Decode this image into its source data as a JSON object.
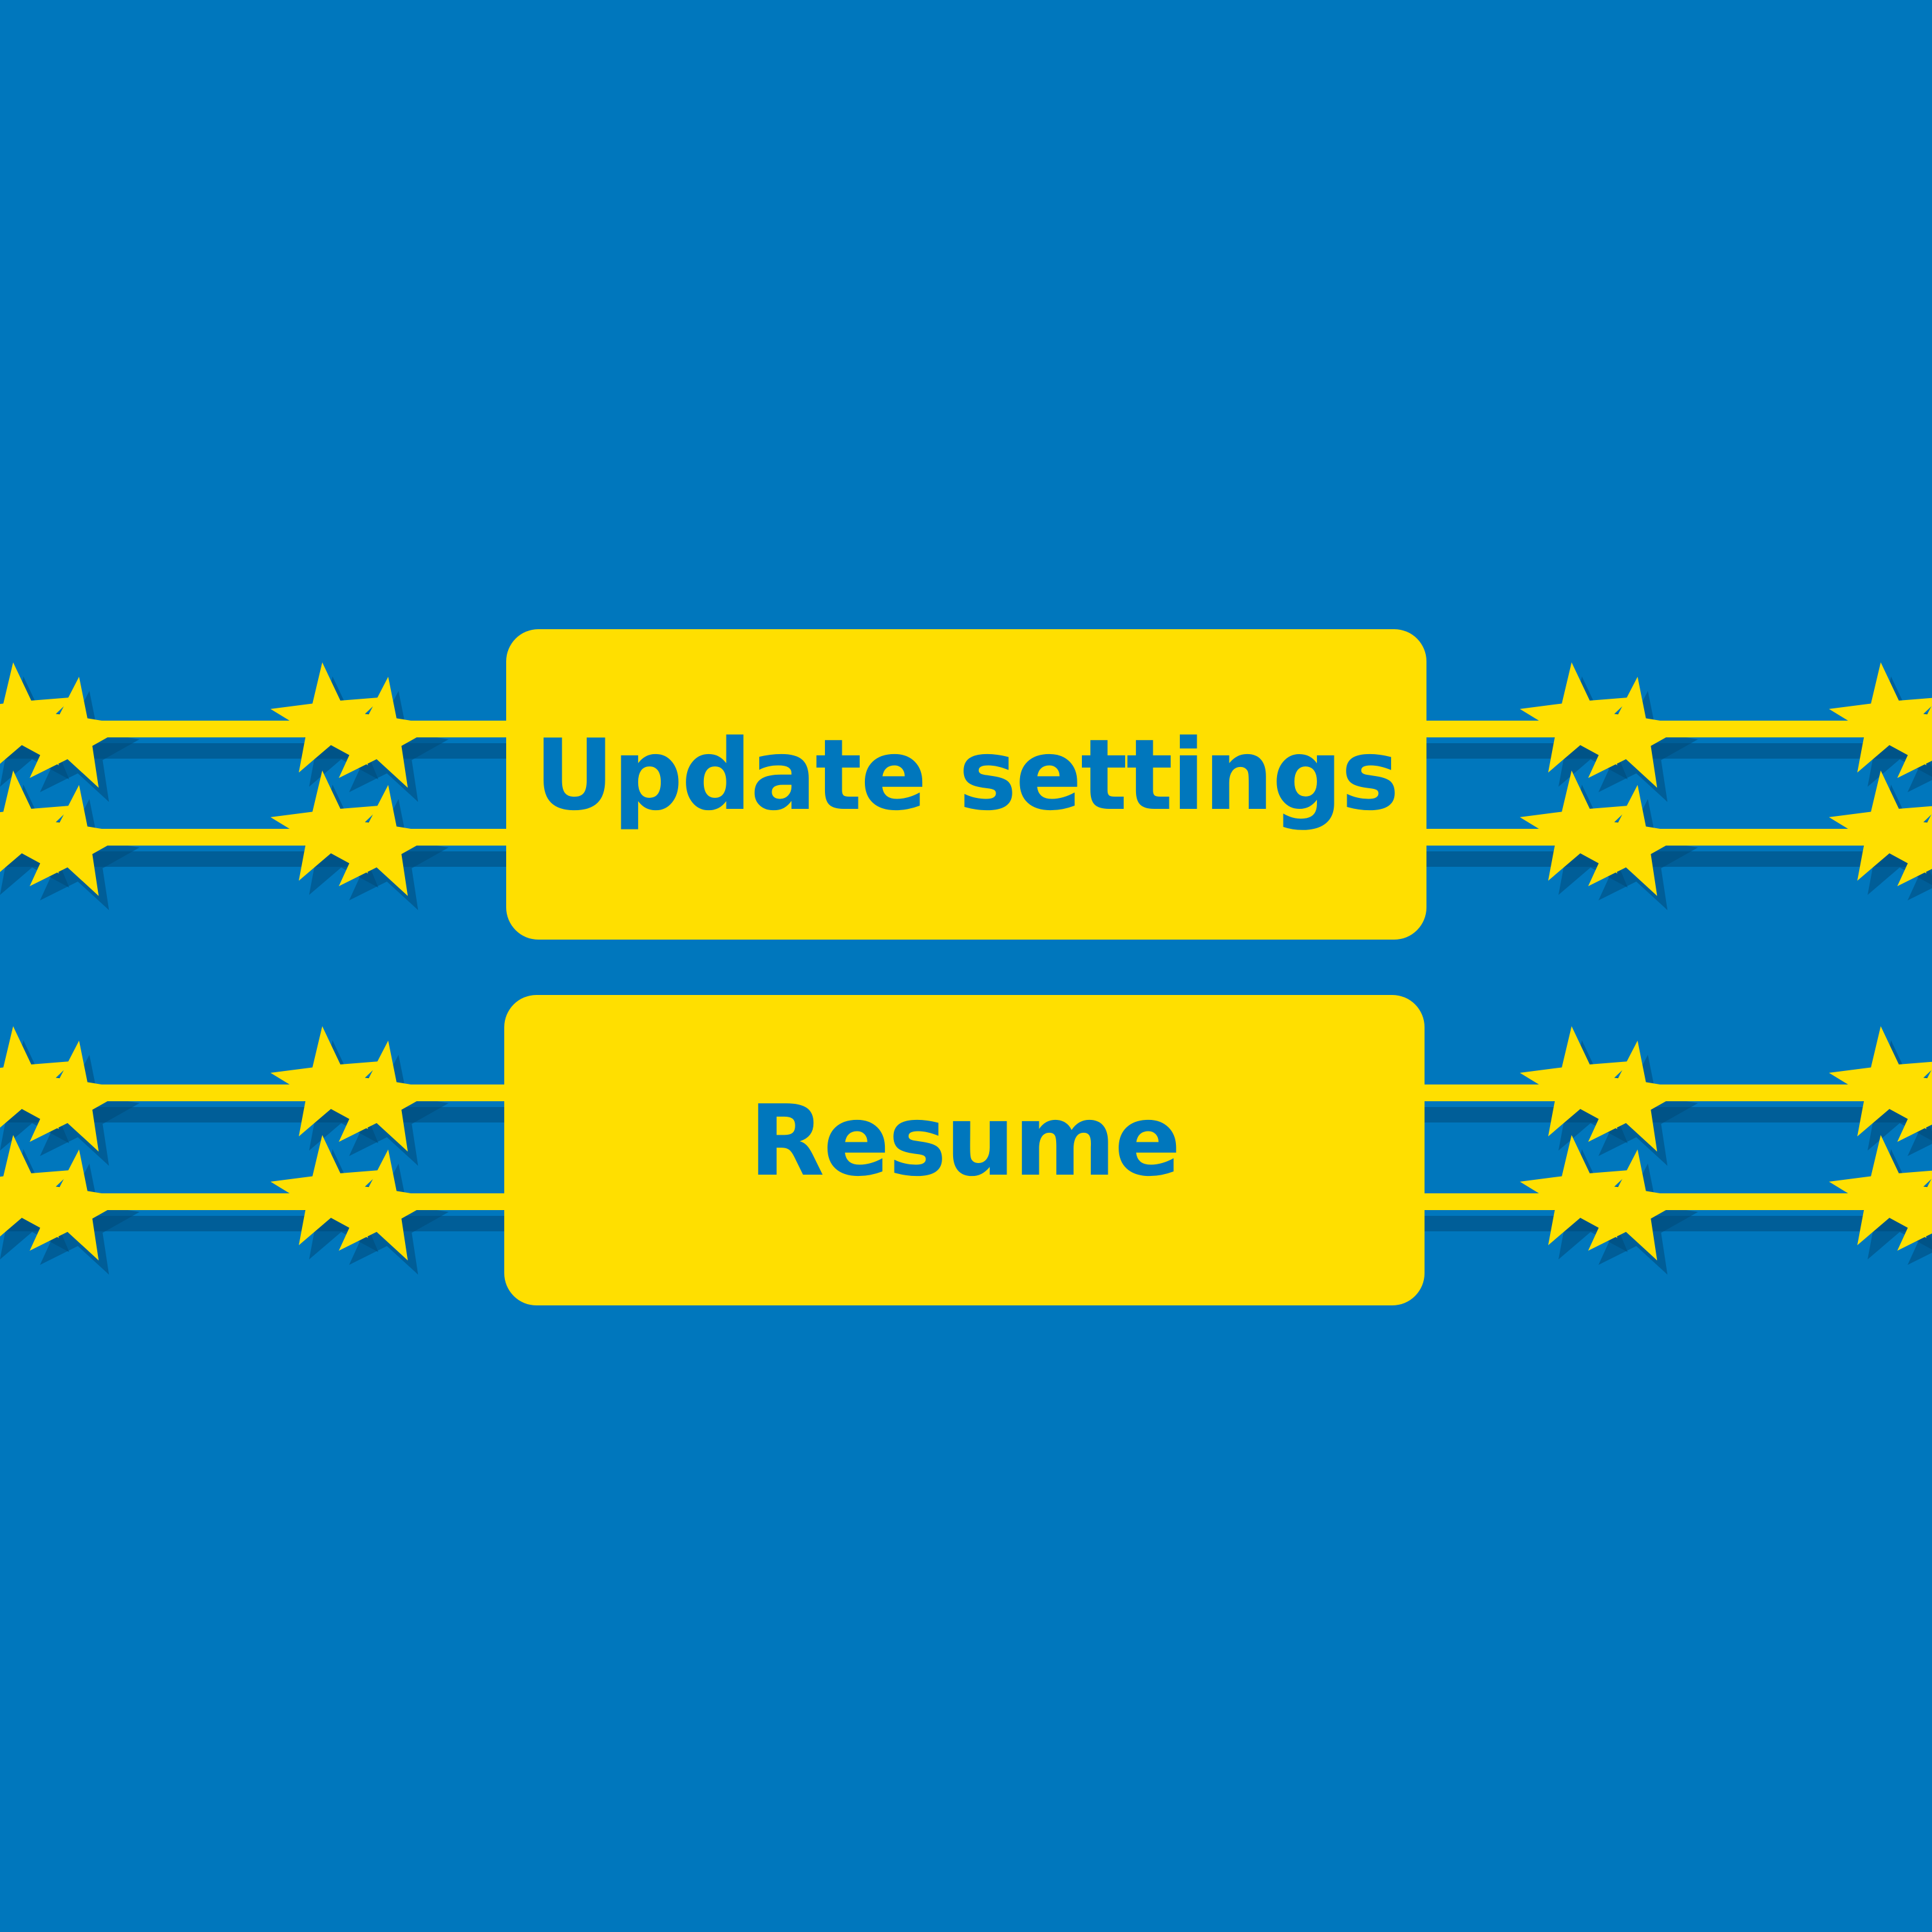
{
  "colors": {
    "background": "#0077bd",
    "accent": "#ffdf00",
    "text": "#0077bd",
    "shadow": "#004a7a"
  },
  "buttons": {
    "update_settings": {
      "label": "Update settings"
    },
    "resume": {
      "label": "Resume"
    }
  },
  "decoration": {
    "icon": "star-icon",
    "stars_per_cluster": 2
  }
}
